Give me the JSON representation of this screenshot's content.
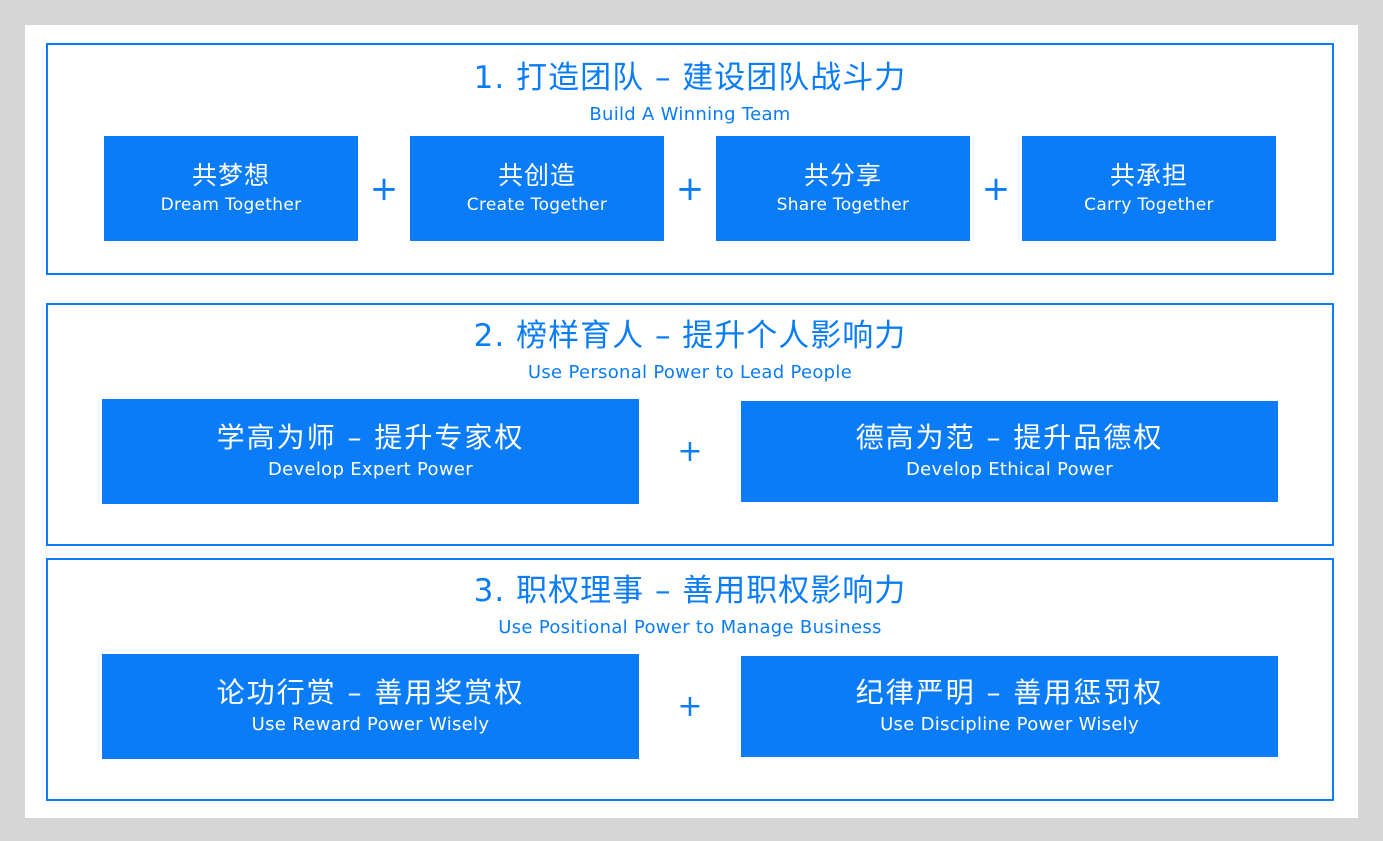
{
  "slide": {
    "background": "#ffffff",
    "canvas_background": "#d6d6d6",
    "accent_color": "#0a7cf8",
    "card_text_color": "#ffffff",
    "plus_symbol": "+"
  },
  "sections": [
    {
      "heading_cn": "1. 打造团队 – 建设团队战斗力",
      "heading_en": "Build A Winning Team",
      "cards": [
        {
          "cn": "共梦想",
          "en": "Dream Together"
        },
        {
          "cn": "共创造",
          "en": "Create Together"
        },
        {
          "cn": "共分享",
          "en": "Share Together"
        },
        {
          "cn": "共承担",
          "en": "Carry Together"
        }
      ]
    },
    {
      "heading_cn": "2. 榜样育人 – 提升个人影响力",
      "heading_en": "Use Personal Power to Lead People",
      "cards": [
        {
          "cn": "学高为师 – 提升专家权",
          "en": "Develop Expert Power"
        },
        {
          "cn": "德高为范 – 提升品德权",
          "en": "Develop Ethical Power"
        }
      ]
    },
    {
      "heading_cn": "3. 职权理事 – 善用职权影响力",
      "heading_en": "Use Positional Power to Manage Business",
      "cards": [
        {
          "cn": "论功行赏 – 善用奖赏权",
          "en": "Use Reward Power Wisely"
        },
        {
          "cn": "纪律严明 – 善用惩罚权",
          "en": "Use Discipline Power Wisely"
        }
      ]
    }
  ]
}
